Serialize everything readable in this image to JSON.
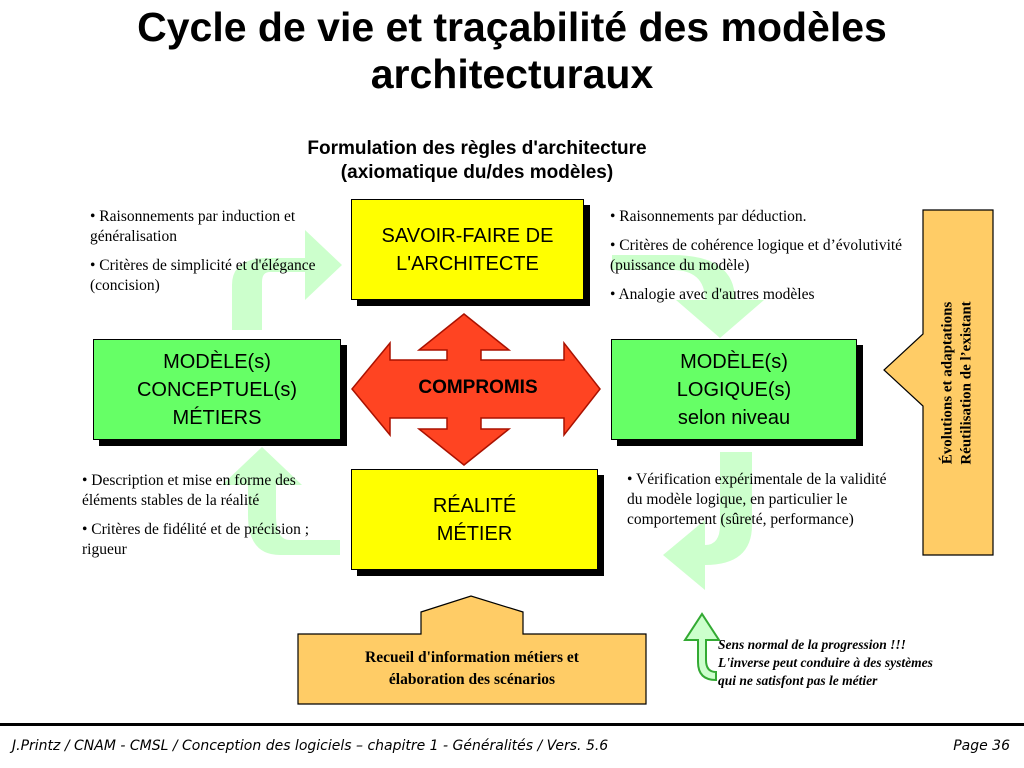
{
  "title": {
    "line1": "Cycle de vie et traçabilité des modèles",
    "line2": "architecturaux"
  },
  "subtitle": {
    "line1": "Formulation des règles d'architecture",
    "line2": "(axiomatique du/des modèles)"
  },
  "boxes": {
    "savoir_faire": {
      "lines": [
        "SAVOIR-FAIRE DE",
        "L'ARCHITECTE"
      ],
      "color": "#ffff00"
    },
    "realite": {
      "lines": [
        "RÉALITÉ",
        "MÉTIER"
      ],
      "color": "#ffff00"
    },
    "conceptuel": {
      "lines": [
        "MODÈLE(s)",
        "CONCEPTUEL(s)",
        "MÉTIERS"
      ],
      "color": "#66ff66"
    },
    "logique": {
      "lines": [
        "MODÈLE(s)",
        "LOGIQUE(s)",
        "selon niveau"
      ],
      "color": "#66ff66"
    }
  },
  "compromis": "COMPROMIS",
  "notes": {
    "top_left": [
      "• Raisonnements par induction et généralisation",
      "• Critères de simplicité et d'élégance (concision)"
    ],
    "top_right": [
      "• Raisonnements par déduction.",
      "• Critères de cohérence logique et d’évolutivité (puissance du modèle)",
      "• Analogie avec d'autres modèles"
    ],
    "bottom_left": [
      "• Description et mise en forme des éléments stables de la réalité",
      "• Critères de fidélité et de précision ; rigueur"
    ],
    "bottom_right": [
      "• Vérification expérimentale de la validité du modèle logique, en particulier le comportement (sûreté, performance)"
    ]
  },
  "side_arrow": {
    "line1": "Évolutions et adaptations",
    "line2": "Réutilisation de l’existant"
  },
  "bottom_arrow": {
    "line1": "Recueil d'information métiers et",
    "line2": "élaboration des scénarios"
  },
  "legend": {
    "line1": "Sens normal de la progression !!!",
    "line2": "L'inverse peut conduire à des systèmes",
    "line3": "qui ne satisfont pas le métier"
  },
  "footer": {
    "left": "J.Printz / CNAM - CMSL / Conception des logiciels  – chapitre 1 - Généralités / Vers. 5.6",
    "right": "Page 36"
  },
  "colors": {
    "yellow_box": "#ffff00",
    "green_box": "#66ff66",
    "flow_arrow": "#ccffcc",
    "legend_arrow_outline": "#33aa33",
    "compromis_arrow": "#ff4422",
    "input_arrow": "#ffcc66"
  }
}
